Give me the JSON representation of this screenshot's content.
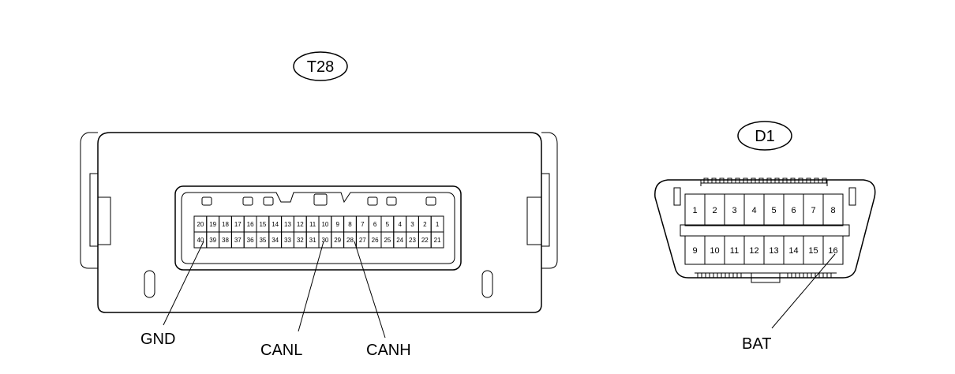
{
  "t28": {
    "id": "T28",
    "top_row": [
      "20",
      "19",
      "18",
      "17",
      "16",
      "15",
      "14",
      "13",
      "12",
      "11",
      "10",
      "9",
      "8",
      "7",
      "6",
      "5",
      "4",
      "3",
      "2",
      "1"
    ],
    "bottom_row": [
      "40",
      "39",
      "38",
      "37",
      "36",
      "35",
      "34",
      "33",
      "32",
      "31",
      "30",
      "29",
      "28",
      "27",
      "26",
      "25",
      "24",
      "23",
      "22",
      "21"
    ],
    "labels": {
      "gnd": "GND",
      "canl": "CANL",
      "canh": "CANH"
    }
  },
  "d1": {
    "id": "D1",
    "top_row": [
      "1",
      "2",
      "3",
      "4",
      "5",
      "6",
      "7",
      "8"
    ],
    "bottom_row": [
      "9",
      "10",
      "11",
      "12",
      "13",
      "14",
      "15",
      "16"
    ],
    "labels": {
      "bat": "BAT"
    }
  }
}
